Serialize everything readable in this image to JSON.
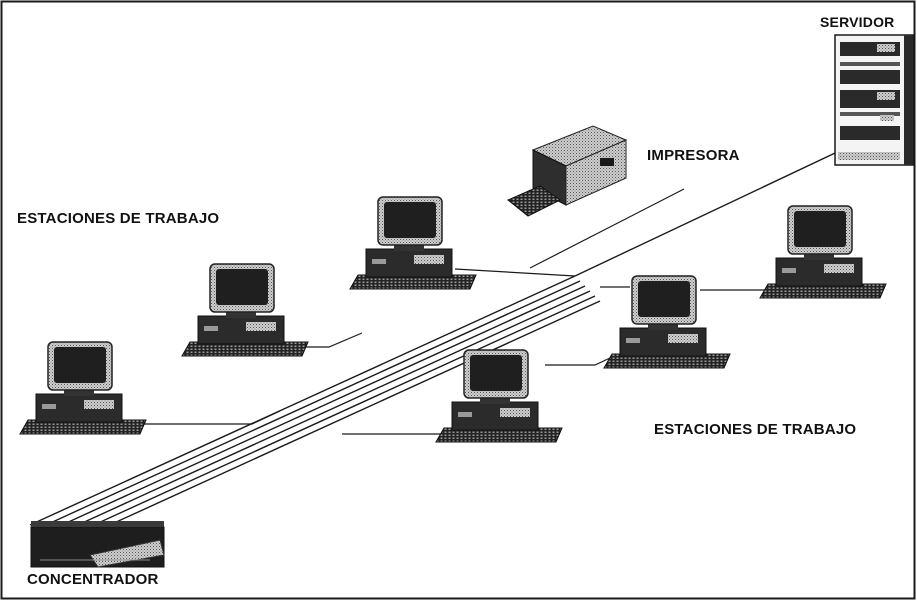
{
  "labels": {
    "servidor": "SERVIDOR",
    "impresora": "IMPRESORA",
    "estaciones_left": "ESTACIONES DE  TRABAJO",
    "estaciones_right": "ESTACIONES DE TRABAJO",
    "concentrador": "CONCENTRADOR"
  },
  "colors": {
    "line": "#1a1a1a",
    "device_body": "#3a3a3a",
    "screen": "#2a2a2a",
    "shade": "#bdbdbd",
    "background": "#ffffff"
  }
}
